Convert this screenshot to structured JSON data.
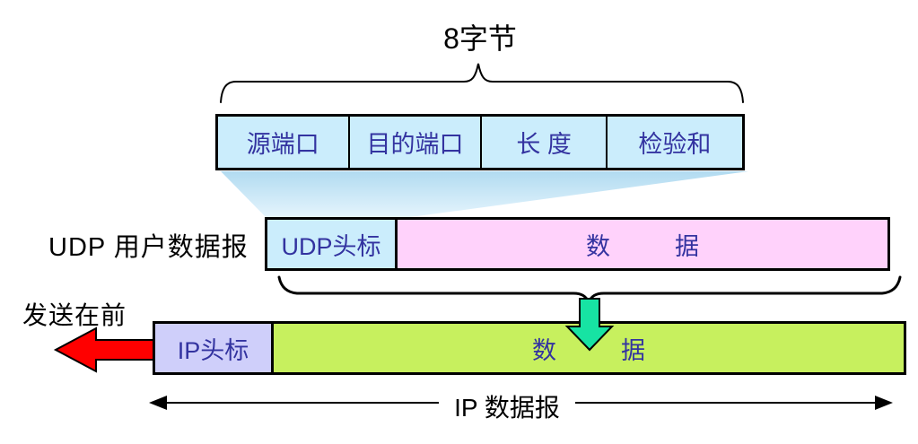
{
  "diagram": {
    "title_semantics": "UDP datagram encapsulated into IP datagram",
    "top_label": "8字节",
    "udp_header_fields": {
      "cells": [
        "源端口",
        "目的端口",
        "长  度",
        "检验和"
      ]
    },
    "udp_row": {
      "label": "UDP 用户数据报",
      "header": "UDP头标",
      "data_char_1": "数",
      "data_char_2": "据"
    },
    "ip_row": {
      "send_label": "发送在前",
      "header": "IP头标",
      "data_char_1": "数",
      "data_char_2": "据"
    },
    "bottom_label": "IP 数据报",
    "colors": {
      "field_cell_blue": "#CBEDFC",
      "udp_data_pink": "#FFD2FB",
      "ip_data_green": "#C7F05E",
      "ip_header_lavender": "#CFCFFA",
      "box_text_blue": "#3333A0",
      "down_arrow_teal": "#17E3A3",
      "left_arrow_red": "#FF0000",
      "line_black": "#000000"
    }
  }
}
